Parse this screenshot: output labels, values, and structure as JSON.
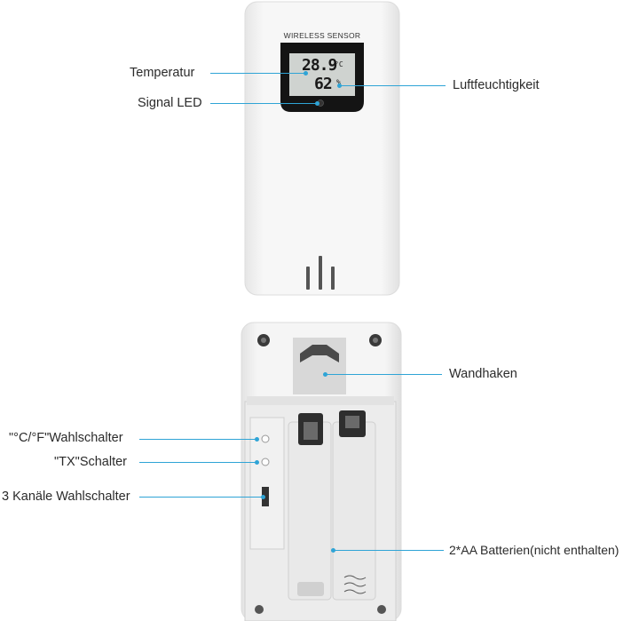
{
  "device_front": {
    "brand_text": "WIRELESS SENSOR",
    "temperature_value": "28.9",
    "temperature_unit": "°C",
    "humidity_value": "62",
    "humidity_unit": "%"
  },
  "labels": {
    "temperature": "Temperatur",
    "signal_led": "Signal LED",
    "humidity": "Luftfeuchtigkeit",
    "wall_hook": "Wandhaken",
    "unit_switch": "\"°C/°F\"Wahlschalter",
    "tx_switch": "\"TX\"Schalter",
    "channel_switch": "3 Kanäle Wahlschalter",
    "batteries": "2*AA Batterien(nicht enthalten)"
  },
  "colors": {
    "callout_line": "#2fa4d6",
    "device_body": "#f4f4f4",
    "lcd_bezel": "#141414",
    "lcd_screen": "#cfd3d0"
  }
}
